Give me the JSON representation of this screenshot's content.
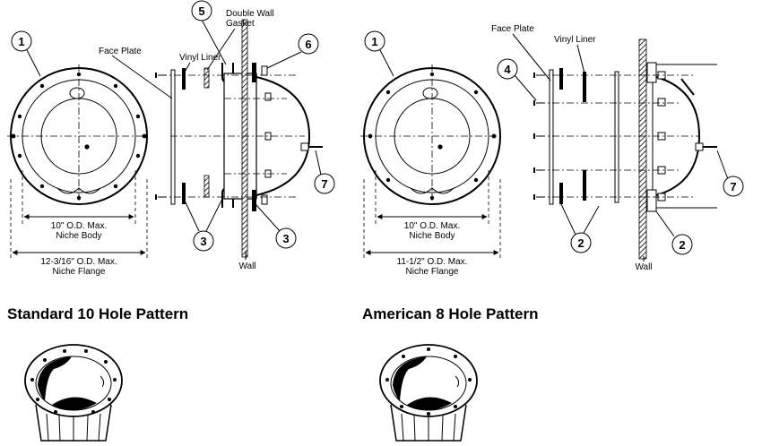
{
  "left_diagram": {
    "title": "Standard 10 Hole Pattern",
    "callouts": [
      "1",
      "5",
      "6",
      "7",
      "3",
      "3"
    ],
    "labels": {
      "face_plate": "Face Plate",
      "vinyl_liner": "Vinyl Liner",
      "double_wall_gasket_line1": "Double Wall",
      "double_wall_gasket_line2": "Gasket",
      "wall": "Wall",
      "body_dim_line1": "10\" O.D. Max.",
      "body_dim_line2": "Niche Body",
      "flange_dim_line1": "12-3/16\" O.D. Max.",
      "flange_dim_line2": "Niche Flange"
    }
  },
  "right_diagram": {
    "title": "American 8 Hole Pattern",
    "callouts": [
      "1",
      "4",
      "7",
      "2",
      "2"
    ],
    "labels": {
      "face_plate": "Face Plate",
      "vinyl_liner": "Vinyl Liner",
      "wall": "Wall",
      "body_dim_line1": "10\" O.D. Max.",
      "body_dim_line2": "Niche Body",
      "flange_dim_line1": "11-1/2\" O.D. Max.",
      "flange_dim_line2": "Niche Flange"
    }
  },
  "icons": [
    "niche-perspective-10-hole-icon",
    "niche-perspective-8-hole-icon"
  ]
}
